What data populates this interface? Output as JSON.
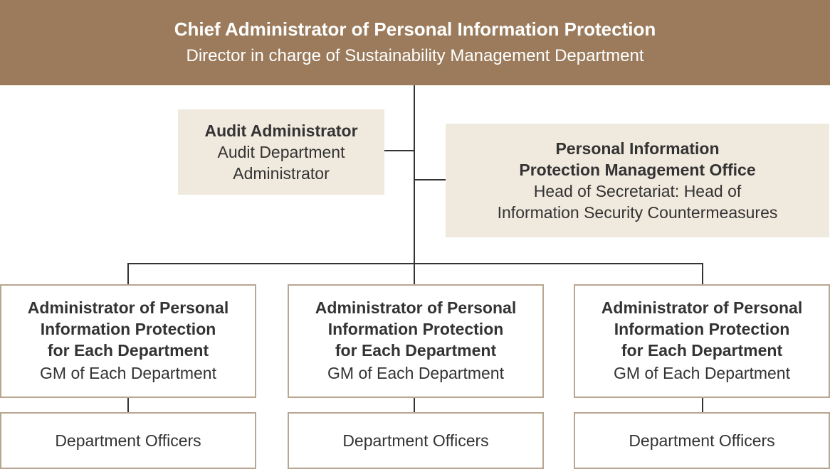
{
  "chart_data": {
    "type": "org_chart",
    "root": {
      "title": "Chief Administrator of Personal Information Protection",
      "subtitle": "Director in charge of Sustainability Management Department"
    },
    "side_nodes": [
      {
        "title": "Audit Administrator",
        "subtitle_lines": [
          "Audit Department",
          "Administrator"
        ],
        "position": "left"
      },
      {
        "title_lines": [
          "Personal Information",
          "Protection Management Office"
        ],
        "subtitle_lines": [
          "Head of Secretariat: Head of",
          "Information Security Countermeasures"
        ],
        "position": "right"
      }
    ],
    "departments": [
      {
        "title_lines": [
          "Administrator of Personal",
          "Information Protection",
          "for Each Department"
        ],
        "subtitle": "GM of Each Department",
        "child": "Department Officers"
      },
      {
        "title_lines": [
          "Administrator of Personal",
          "Information Protection",
          "for Each Department"
        ],
        "subtitle": "GM of Each Department",
        "child": "Department Officers"
      },
      {
        "title_lines": [
          "Administrator of Personal",
          "Information Protection",
          "for Each Department"
        ],
        "subtitle": "GM of Each Department",
        "child": "Department Officers"
      }
    ],
    "colors": {
      "header": "#9b7b5b",
      "side_fill": "#f0e9dd",
      "box_border": "#b8a690",
      "line": "#333333"
    }
  }
}
